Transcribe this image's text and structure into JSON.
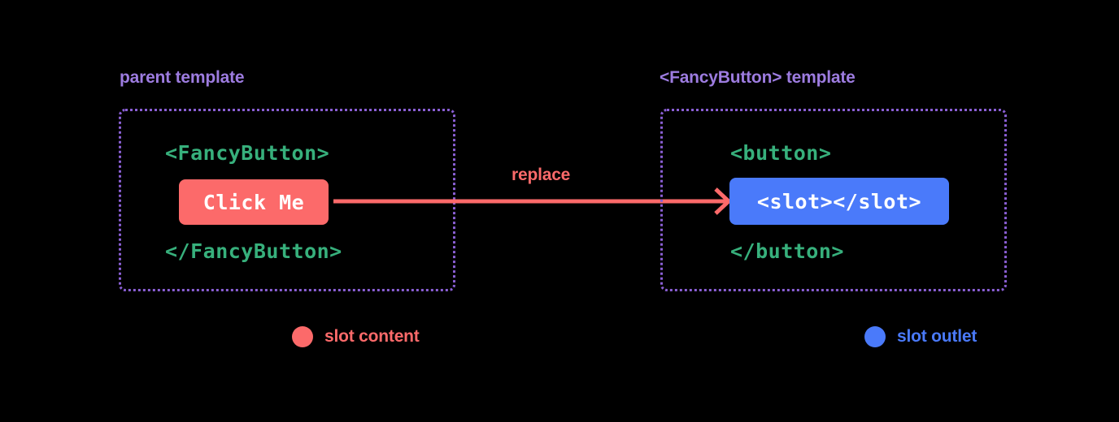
{
  "diagram": {
    "title": "Vue slot content and slot outlet replacement diagram",
    "background": "#000000",
    "colors": {
      "label_purple": "#9d7ce0",
      "border_purple": "#8a5fd4",
      "code_green": "#37b07c",
      "slot_content_red": "#fc6a6a",
      "slot_outlet_blue": "#4a7afa",
      "code_text_white": "#ffffff"
    }
  },
  "panels": {
    "parent": {
      "label": "parent template",
      "code": {
        "open_tag": "<FancyButton>",
        "highlight": "Click Me",
        "close_tag": "</FancyButton>"
      }
    },
    "fancybutton": {
      "label": "<FancyButton> template",
      "code": {
        "open_tag": "<button>",
        "highlight": "<slot></slot>",
        "close_tag": "</button>"
      }
    }
  },
  "arrow": {
    "label": "replace",
    "direction": "left-to-right",
    "color": "#fc6a6a"
  },
  "legend": [
    {
      "label": "slot content",
      "color": "#fc6a6a",
      "icon": "filled-circle-icon"
    },
    {
      "label": "slot outlet",
      "color": "#4a7afa",
      "icon": "filled-circle-icon"
    }
  ]
}
